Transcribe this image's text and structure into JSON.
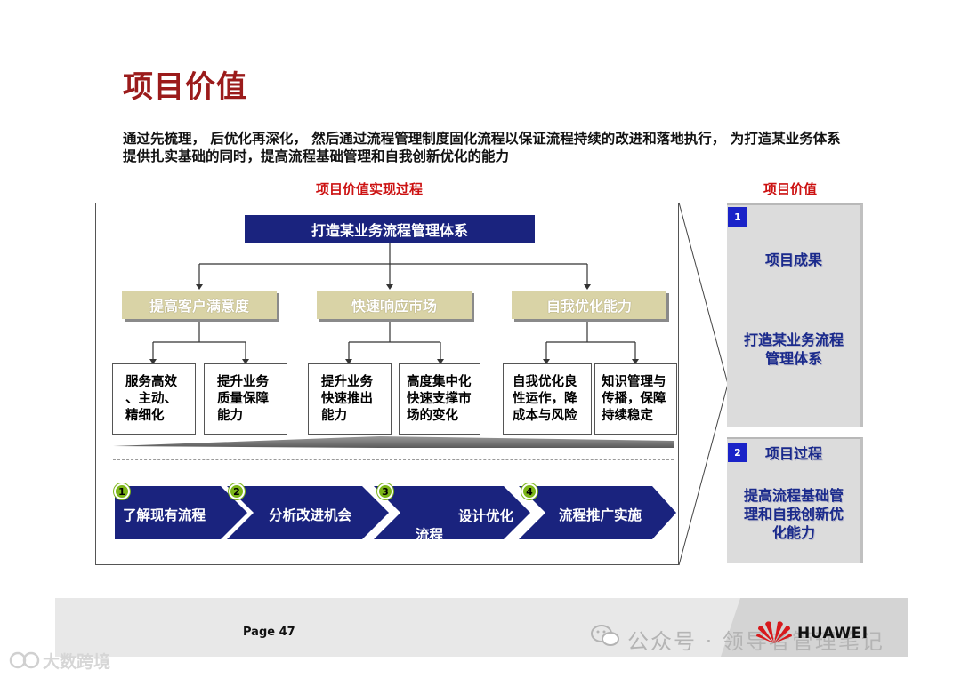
{
  "title": "项目价值",
  "intro": "通过先梳理， 后优化再深化， 然后通过流程管理制度固化流程以保证流程持续的改进和落地执行， 为打造某业务体系提供扎实基础的同时，提高流程基础管理和自我创新优化的能力",
  "left_heading": "项目价值实现过程",
  "right_heading": "项目价值",
  "tree": {
    "root": "打造某业务流程管理体系",
    "branches": [
      {
        "label": "提高客户满意度",
        "leaves": [
          "服务高效\n、主动、\n精细化",
          "提升业务\n质量保障\n能力"
        ]
      },
      {
        "label": "快速响应市场",
        "leaves": [
          "提升业务\n快速推出\n能力",
          "高度集中化\n快速支撑市\n场的变化"
        ]
      },
      {
        "label": "自我优化能力",
        "leaves": [
          "自我优化良\n性运作，降\n成本与风险",
          "知识管理与\n传播，保障\n持续稳定"
        ]
      }
    ]
  },
  "steps": [
    {
      "num": "1",
      "label": "了解现有流程"
    },
    {
      "num": "2",
      "label": "分析改进机会"
    },
    {
      "num": "3",
      "label": "设计优化",
      "label2": "流程"
    },
    {
      "num": "4",
      "label": "流程推广实施"
    }
  ],
  "value_panels": [
    {
      "num": "1",
      "heading": "项目成果",
      "body": "打造某业务流程\n管理体系"
    },
    {
      "num": "2",
      "heading": "项目过程",
      "body": "提高流程基础管\n理和自我创新优\n化能力"
    }
  ],
  "footer": {
    "page": "Page 47",
    "brand": "HUAWEI",
    "watermark_right": "公众号 · 领导者管理笔记",
    "watermark_left": "大数跨境"
  },
  "colors": {
    "title": "#9b1b1b",
    "heading_red": "#cc1111",
    "navy": "#1a237e",
    "khaki": "#d9d3a6",
    "step_green": "#7cb518",
    "panel_blue_text": "#1a2a8c"
  }
}
